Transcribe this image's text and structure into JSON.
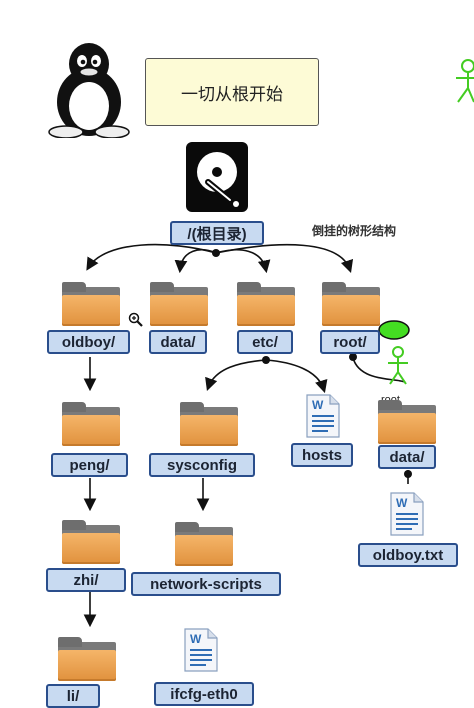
{
  "title": "一切从根开始",
  "root_label": "/(根目录)",
  "caption": "倒挂的树形结构",
  "nodes": {
    "oldboy": "oldboy/",
    "data": "data/",
    "etc": "etc/",
    "root": "root/",
    "peng": "peng/",
    "sysconfig": "sysconfig",
    "hosts": "hosts",
    "root_data": "data/",
    "zhi": "zhi/",
    "network_scripts": "network-scripts",
    "oldboy_txt": "oldboy.txt",
    "li": "li/",
    "ifcfg_eth0": "ifcfg-eth0"
  },
  "root_folder_tag": "root",
  "colors": {
    "node_fill": "#c8daf1",
    "node_border": "#2a4e8c",
    "folder_orange": "#f0a54e",
    "title_fill": "#fdfbd6",
    "stick_green": "#44cc22"
  },
  "icons": [
    "tux-penguin-icon",
    "hard-disk-icon",
    "folder-icon",
    "document-icon",
    "zoom-in-icon",
    "stick-figure-icon"
  ]
}
